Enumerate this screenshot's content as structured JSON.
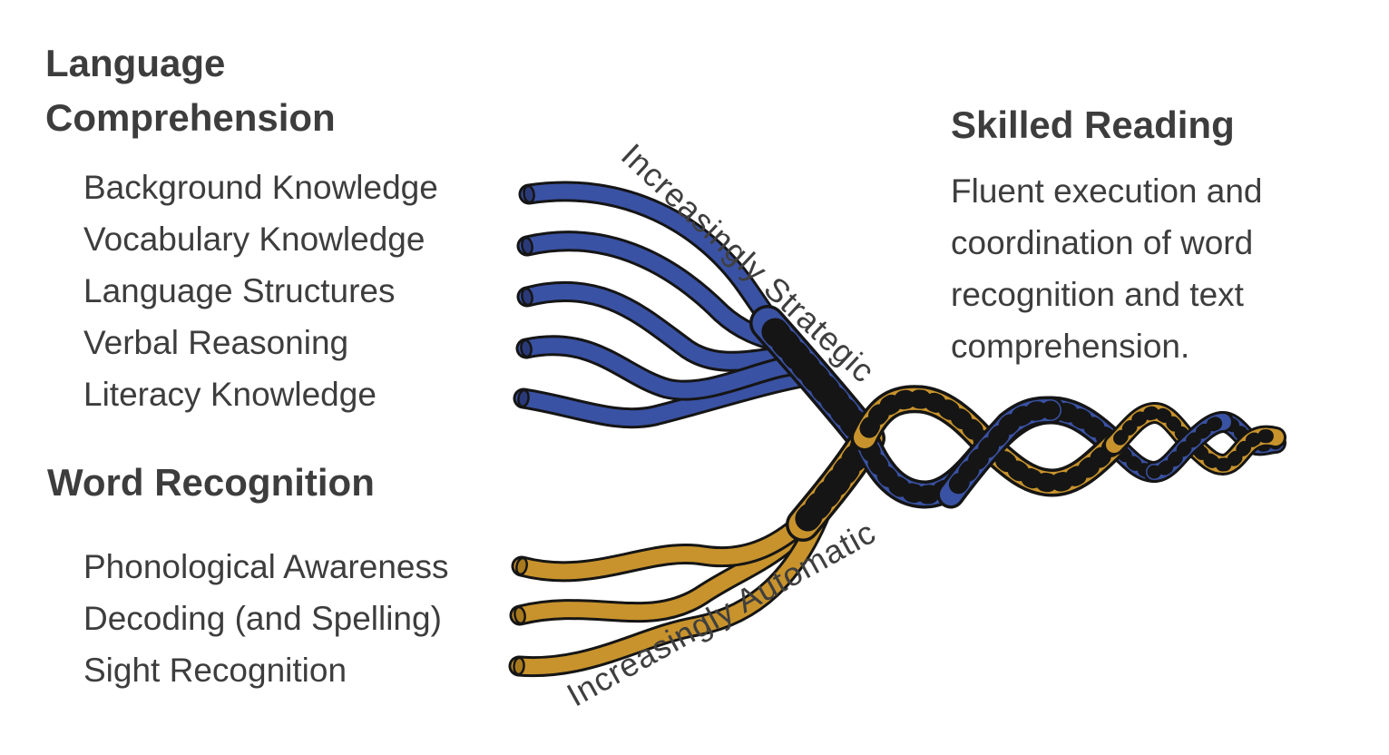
{
  "language_comprehension": {
    "title": "Language\nComprehension",
    "items": [
      "Background Knowledge",
      "Vocabulary Knowledge",
      "Language Structures",
      "Verbal Reasoning",
      "Literacy Knowledge"
    ]
  },
  "word_recognition": {
    "title": "Word Recognition",
    "items": [
      "Phonological Awareness",
      "Decoding (and Spelling)",
      "Sight Recognition"
    ]
  },
  "skilled_reading": {
    "title": "Skilled Reading",
    "description": "Fluent execution and coordination of word recognition and text comprehension."
  },
  "rope_labels": {
    "strategic": "Increasingly Strategic",
    "automatic": "Increasingly Automatic"
  },
  "colors": {
    "strand_blue": "#3a52a4",
    "strand_blue_tip": "#2a3a78",
    "strand_gold": "#c8932c",
    "strand_gold_tip": "#a87a1d",
    "outline": "#151515",
    "text": "#3d3d3d",
    "background": "#ffffff"
  }
}
